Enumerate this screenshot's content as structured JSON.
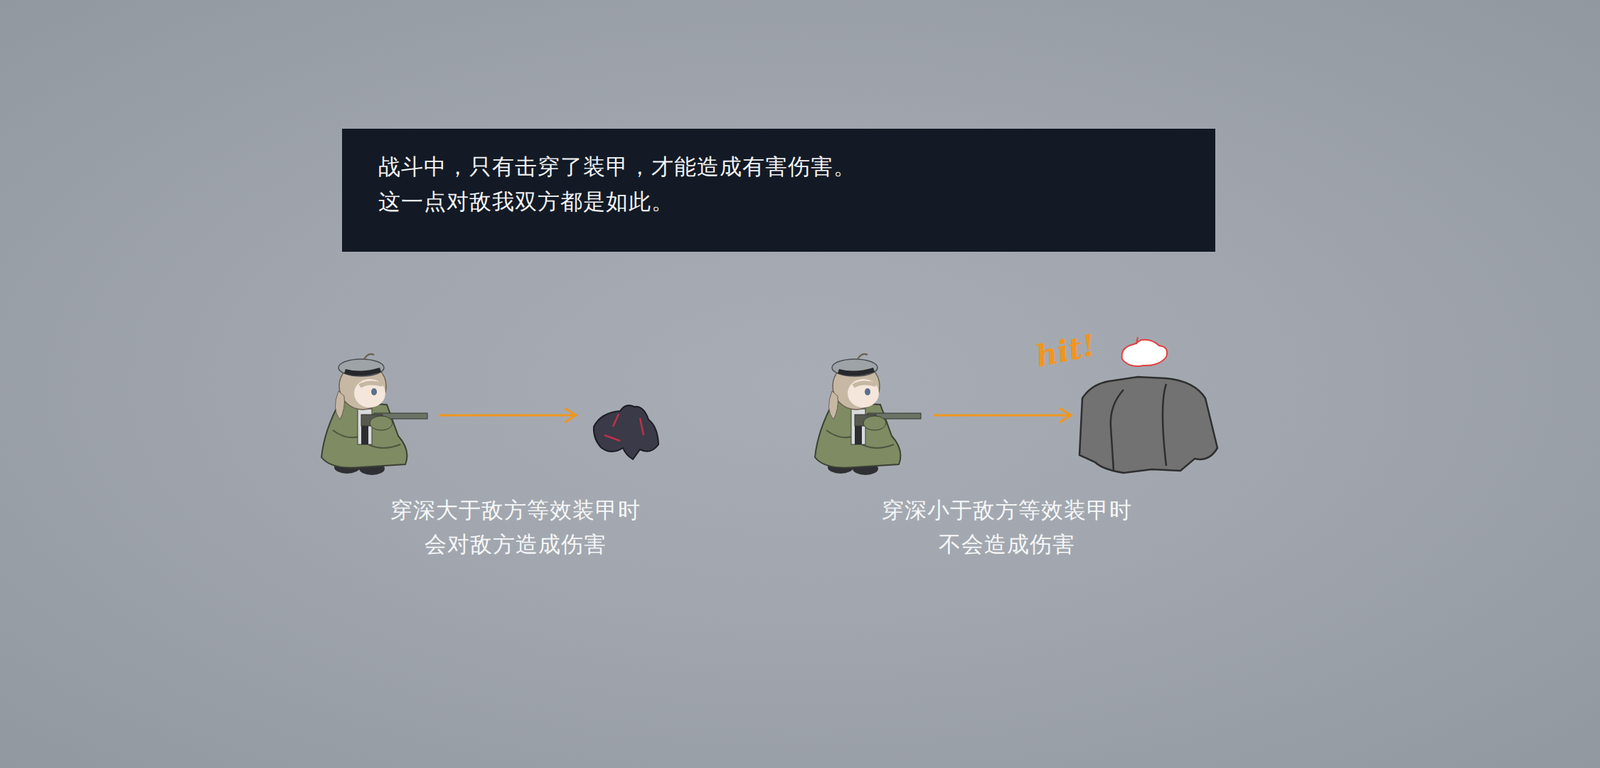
{
  "diagram": {
    "nodes": [
      {
        "text": [
          "战斗中，只有击穿了装甲，才能造成有害伤害。",
          "这一点对敌我双方都是如此。"
        ]
      }
    ],
    "labels": [
      "穿深大于敌方等效装甲时 会对敌方造成伤害",
      "穿深小于敌方等效装甲时 不会造成伤害",
      "hit!"
    ]
  }
}
